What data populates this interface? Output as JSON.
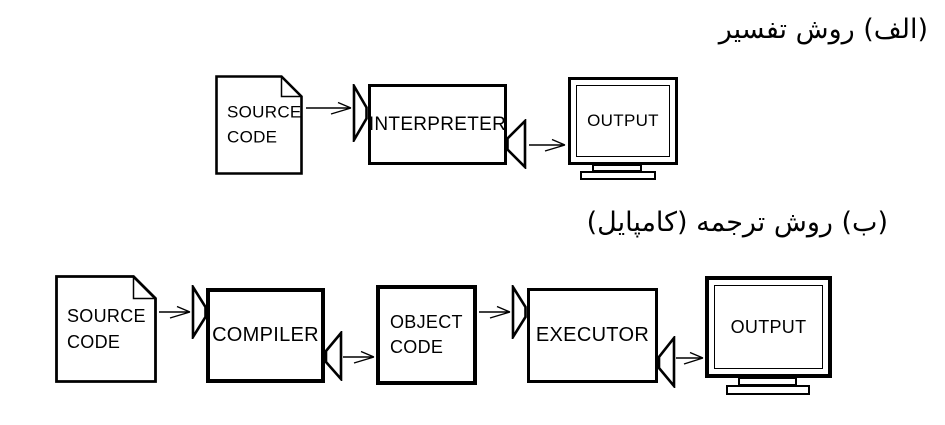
{
  "colors": {
    "background": "#ffffff",
    "ink": "#000000"
  },
  "icons": {
    "document": "page-with-folded-corner",
    "funnel": "triangular-cone-connector",
    "arrow": "open-head-arrow",
    "monitor": "crt-screen-with-stand"
  },
  "sections": [
    {
      "heading": "(الف) روش تفسیر",
      "nodes": {
        "source_code": {
          "line1": "SOURCE",
          "line2": "CODE"
        },
        "interpreter": {
          "label": "INTERPRETER"
        },
        "output": {
          "label": "OUTPUT"
        }
      }
    },
    {
      "heading": "(ب) روش ترجمه (کامپایل)",
      "nodes": {
        "source_code": {
          "line1": "SOURCE",
          "line2": "CODE"
        },
        "compiler": {
          "label": "COMPILER"
        },
        "object_code": {
          "line1": "OBJECT",
          "line2": "CODE"
        },
        "executor": {
          "label": "EXECUTOR"
        },
        "output": {
          "label": "OUTPUT"
        }
      }
    }
  ]
}
